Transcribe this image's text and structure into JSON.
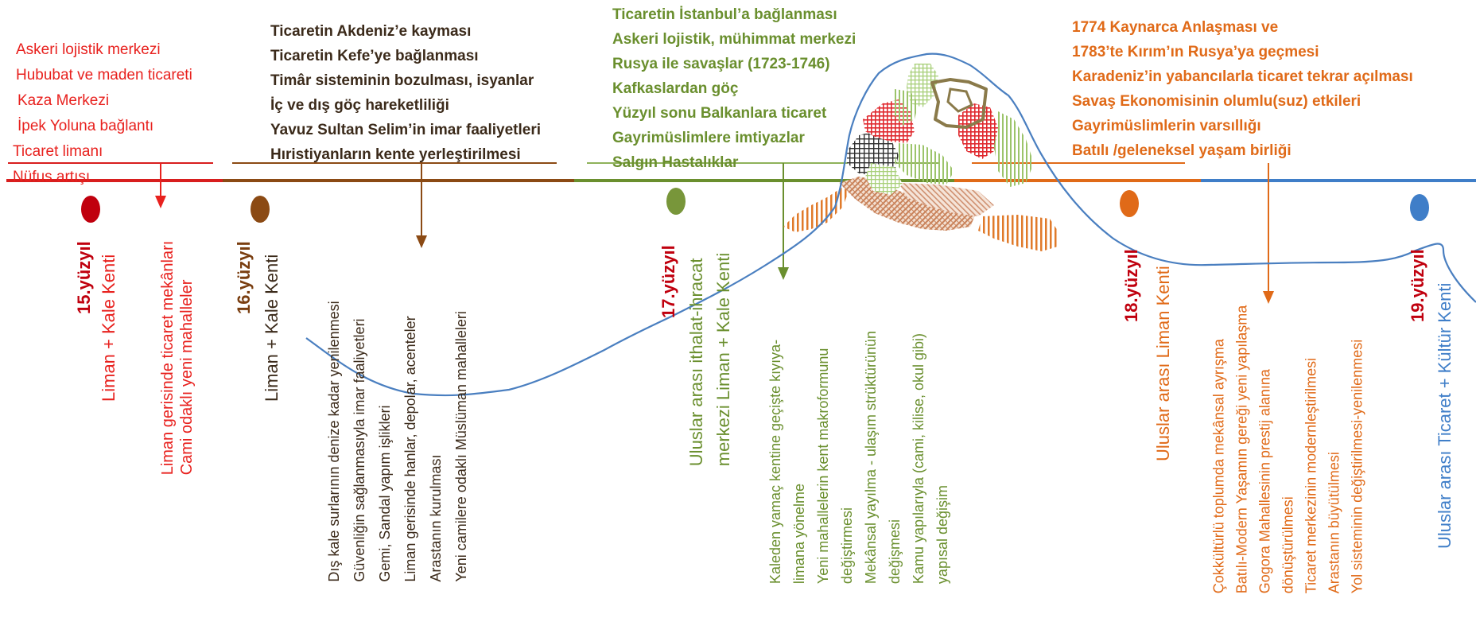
{
  "colors": {
    "red": "#e8211e",
    "dark_red": "#c0000e",
    "brown": "#8b4a14",
    "dark_brown": "#3b2a1a",
    "green": "#6a8f2e",
    "orange": "#e06a18",
    "blue": "#3f7ec8"
  },
  "periods": [
    {
      "id": "p15",
      "century": "15.yüzyıl",
      "city_type": "Liman + Kale Kenti",
      "color": "#c0000e",
      "top_notes": [
        "Askeri lojistik merkezi",
        "Hububat ve maden ticareti",
        "Kaza Merkezi",
        "İpek Yoluna bağlantı",
        "Ticaret limanı",
        "Nüfus artışı"
      ],
      "bottom_notes": [
        "Liman gerisinde ticaret mekânları",
        "Cami odaklı yeni mahalleler"
      ]
    },
    {
      "id": "p16",
      "century": "16.yüzyıl",
      "city_type": "Liman + Kale Kenti",
      "color": "#8b4a14",
      "top_notes": [
        "Ticaretin Akdeniz’e kayması",
        "Ticaretin Kefe’ye bağlanması",
        "Timâr sisteminin bozulması, isyanlar",
        "İç ve dış göç hareketliliği",
        "Yavuz Sultan Selim’in imar faaliyetleri",
        "Hıristiyanların kente yerleştirilmesi"
      ],
      "bottom_notes": [
        "Dış kale surlarının denize kadar yenilenmesi",
        "Güvenliğin sağlanmasıyla imar faaliyetleri",
        "Gemi, Sandal yapım işlikleri",
        "Liman gerisinde hanlar,  depolar,  acenteler",
        "Arastanın kurulması",
        "Yeni camilere odaklı Müslüman mahalleleri"
      ]
    },
    {
      "id": "p17",
      "century": "17.yüzyıl",
      "city_type": "Uluslar arası ithalat-ihracat",
      "city_type_2": "merkezi Liman + Kale Kenti",
      "color": "#6a8f2e",
      "top_notes": [
        "Ticaretin İstanbul’a bağlanması",
        "Askeri lojistik, mühimmat merkezi",
        "Rusya ile savaşlar (1723-1746)",
        "Kafkaslardan göç",
        "Yüzyıl sonu Balkanlara ticaret",
        "Gayrimüslimlere imtiyazlar",
        "Salgın Hastalıklar"
      ],
      "bottom_notes": [
        "Kaleden yamaç kentine geçişte kıyıya-",
        "limana yönelme",
        "Yeni mahallelerin kent makroformunu",
        "değiştirmesi",
        "Mekânsal yayılma - ulaşım strüktürünün",
        "değişmesi",
        "Kamu yapılarıyla (cami,  kilise,  okul gibi)",
        "yapısal değişim"
      ]
    },
    {
      "id": "p18",
      "century": "18.yüzyıl",
      "city_type": "Uluslar arası Liman Kenti",
      "color": "#e06a18",
      "top_notes": [
        "1774 Kaynarca Anlaşması ve",
        "1783’te Kırım’ın Rusya’ya geçmesi",
        "Karadeniz’in yabancılarla  ticaret tekrar açılması",
        "Savaş Ekonomisinin olumlu(suz)  etkileri",
        "Gayrimüslimlerin varsıllığı",
        "Batılı /geleneksel yaşam birliği"
      ],
      "bottom_notes": [
        "Çokkültürlü toplumda mekânsal ayrışma",
        "Batılı-Modern Yaşamın gereği yeni yapılaşma",
        "Gogora Mahallesinin prestij alanına",
        "dönüştürülmesi",
        "Ticaret merkezinin modernleştirilmesi",
        "Arastanın büyütülmesi",
        "Yol sisteminin değiştirilmesi-yenilenmesi"
      ]
    },
    {
      "id": "p19",
      "century": "19.yüzyıl",
      "city_type": "Uluslar arası Ticaret + Kültür Kenti",
      "color": "#3f7ec8"
    }
  ]
}
